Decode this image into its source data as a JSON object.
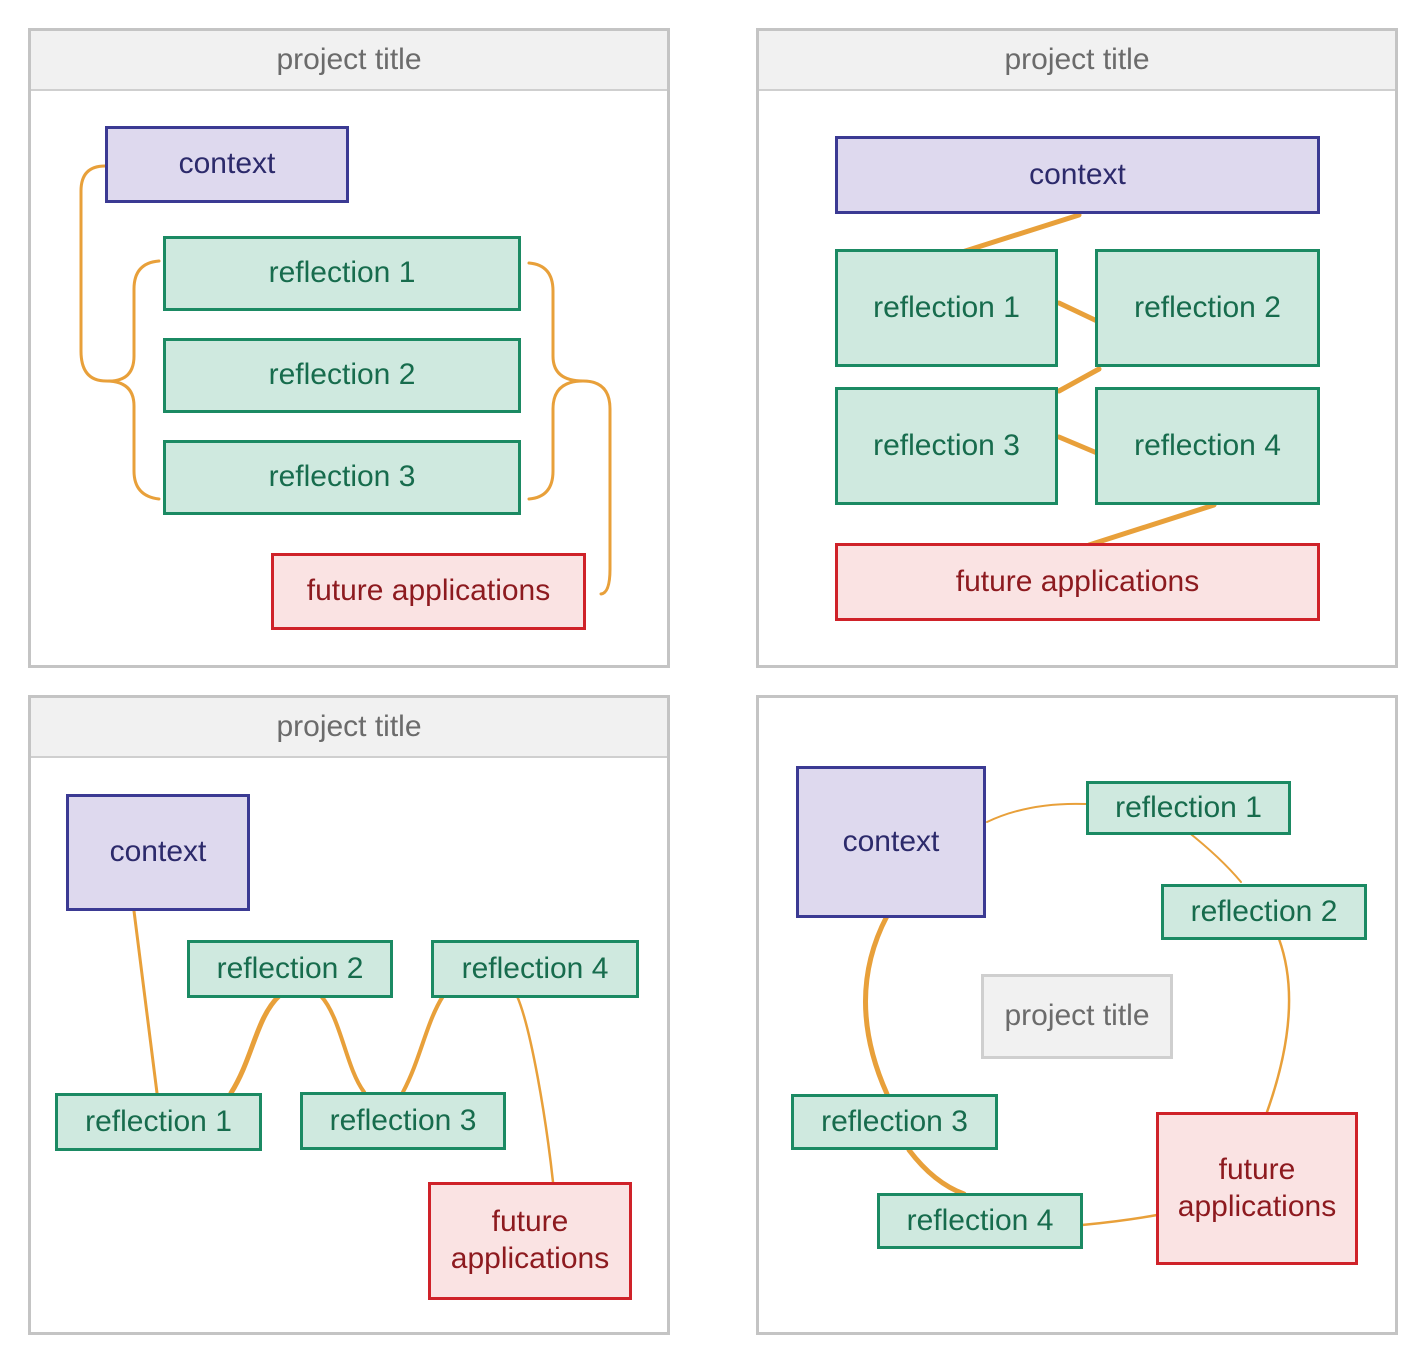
{
  "colors": {
    "context_fill": "#ded9ee",
    "context_border": "#3b3a93",
    "reflection_fill": "#cfe9df",
    "reflection_border": "#1b8a63",
    "future_fill": "#fae3e3",
    "future_border": "#cf2229",
    "connector": "#e8a03a",
    "frame": "#c4c4c4"
  },
  "panels": [
    {
      "title": "project title",
      "context": "context",
      "reflections": [
        "reflection 1",
        "reflection 2",
        "reflection 3"
      ],
      "future": "future applications",
      "connector_style": "curly-braces"
    },
    {
      "title": "project title",
      "context": "context",
      "reflections": [
        "reflection 1",
        "reflection 2",
        "reflection 3",
        "reflection 4"
      ],
      "future": "future applications",
      "connector_style": "zigzag-chain"
    },
    {
      "title": "project title",
      "context": "context",
      "reflections": [
        "reflection 1",
        "reflection 2",
        "reflection 3",
        "reflection 4"
      ],
      "future": "future applications",
      "connector_style": "wave"
    },
    {
      "title": "project title",
      "context": "context",
      "reflections": [
        "reflection 1",
        "reflection 2",
        "reflection 3",
        "reflection 4"
      ],
      "future": "future applications",
      "connector_style": "circle"
    }
  ]
}
